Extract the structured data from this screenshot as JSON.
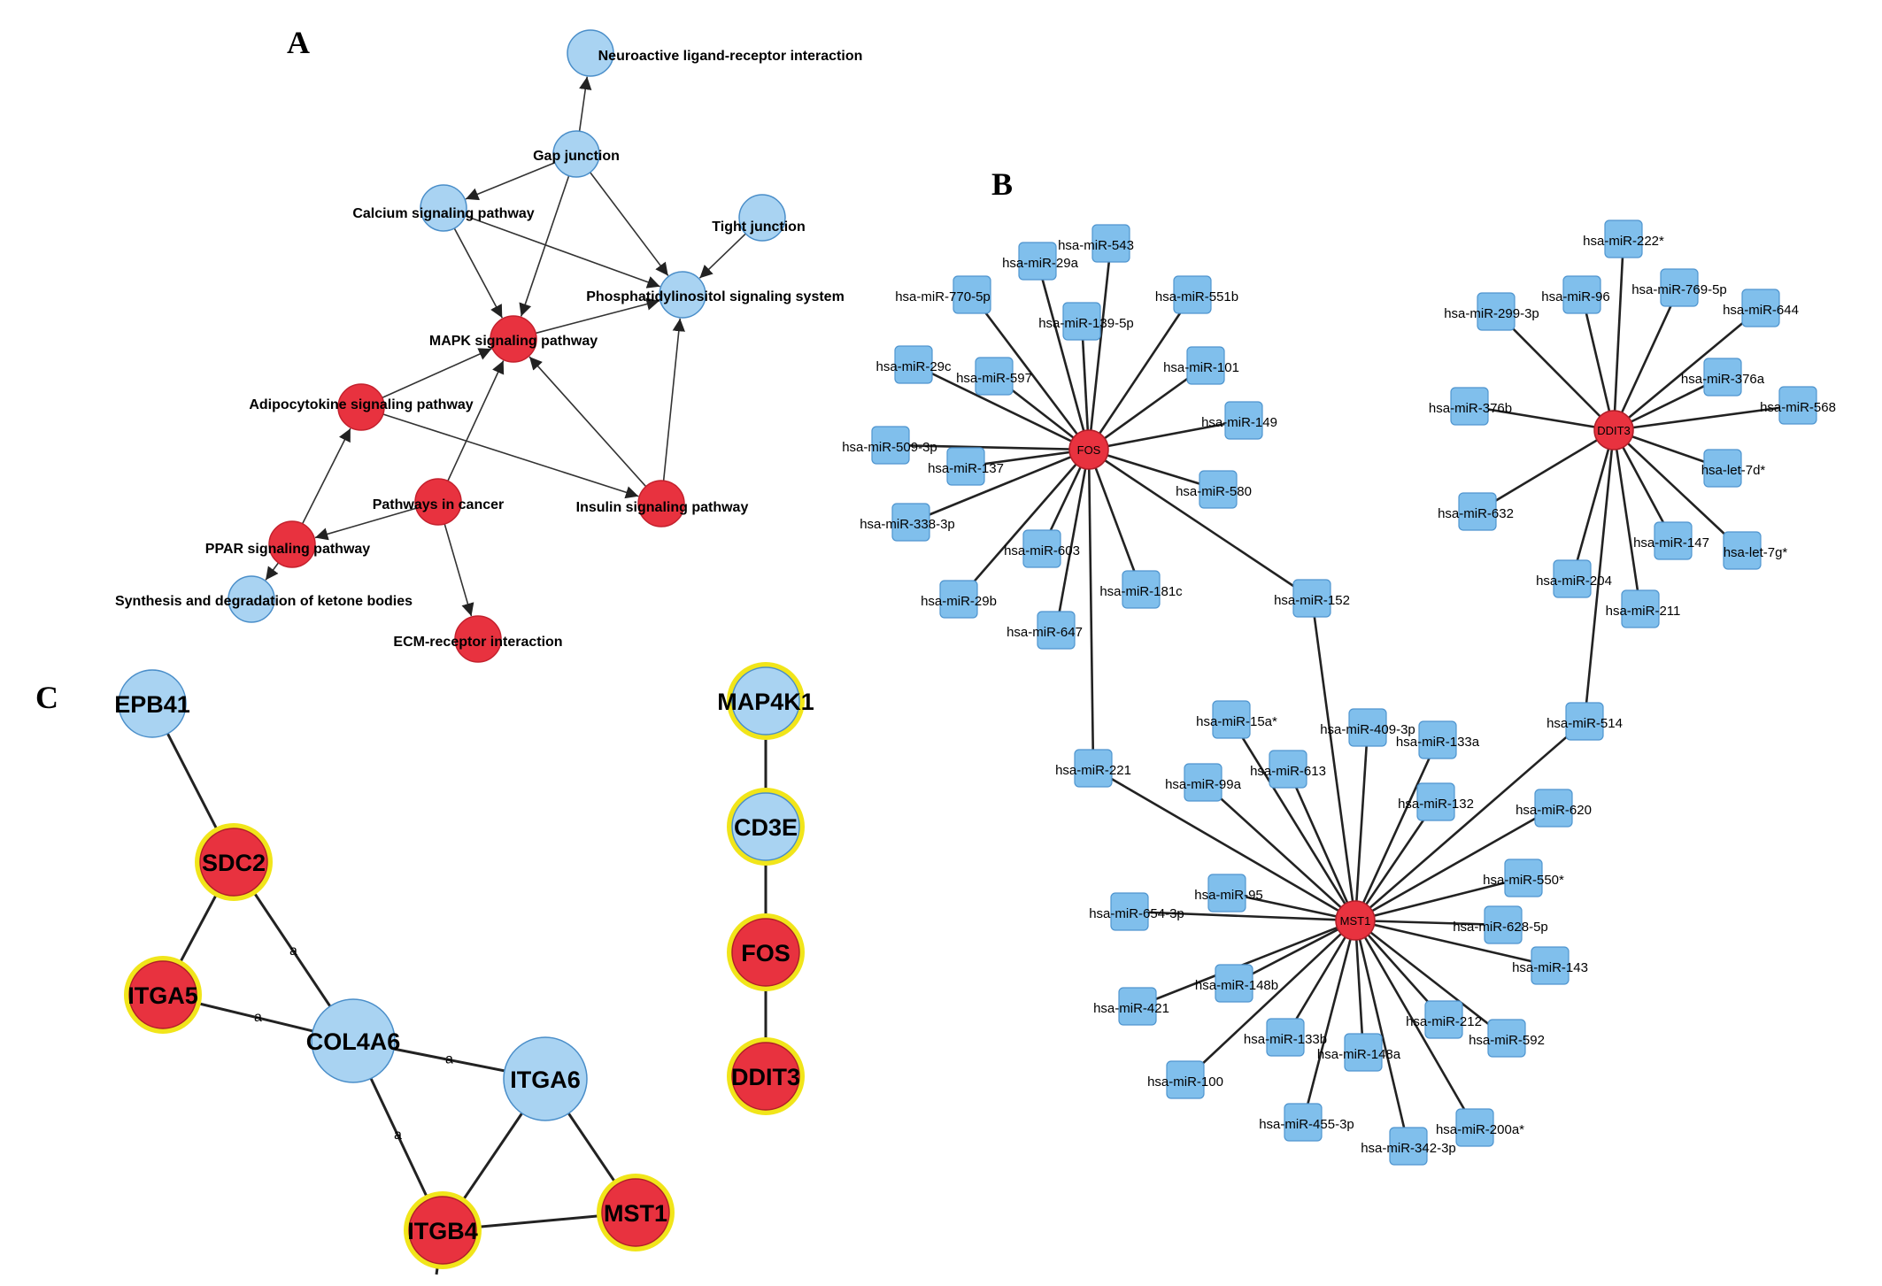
{
  "panels": {
    "a": "A",
    "b": "B",
    "c": "C"
  },
  "colors": {
    "red": "#e8323f",
    "blue": "#a9d3f2",
    "blue_dark": "#4a8ec9",
    "square": "#80bfec",
    "yellow": "#f1e51a",
    "edge": "#222222"
  },
  "panelA": {
    "nodes": [
      {
        "id": "neuro",
        "label": "Neuroactive ligand-receptor interaction",
        "color": "blue"
      },
      {
        "id": "gap",
        "label": "Gap junction",
        "color": "blue"
      },
      {
        "id": "calcium",
        "label": "Calcium signaling pathway",
        "color": "blue"
      },
      {
        "id": "tight",
        "label": "Tight junction",
        "color": "blue"
      },
      {
        "id": "phos",
        "label": "Phosphatidylinositol signaling system",
        "color": "blue"
      },
      {
        "id": "mapk",
        "label": "MAPK signaling pathway",
        "color": "red"
      },
      {
        "id": "adipo",
        "label": "Adipocytokine signaling pathway",
        "color": "red"
      },
      {
        "id": "cancer",
        "label": "Pathways in cancer",
        "color": "red"
      },
      {
        "id": "insulin",
        "label": "Insulin signaling pathway",
        "color": "red"
      },
      {
        "id": "ppar",
        "label": "PPAR signaling pathway",
        "color": "red"
      },
      {
        "id": "ketone",
        "label": "Synthesis and degradation of ketone bodies",
        "color": "blue"
      },
      {
        "id": "ecm",
        "label": "ECM-receptor interaction",
        "color": "red"
      }
    ],
    "edges": [
      [
        "gap",
        "neuro"
      ],
      [
        "gap",
        "calcium"
      ],
      [
        "gap",
        "mapk"
      ],
      [
        "gap",
        "phos"
      ],
      [
        "calcium",
        "mapk"
      ],
      [
        "calcium",
        "phos"
      ],
      [
        "tight",
        "phos"
      ],
      [
        "mapk",
        "phos"
      ],
      [
        "adipo",
        "mapk"
      ],
      [
        "adipo",
        "insulin"
      ],
      [
        "cancer",
        "mapk"
      ],
      [
        "cancer",
        "ppar"
      ],
      [
        "cancer",
        "ecm"
      ],
      [
        "insulin",
        "mapk"
      ],
      [
        "insulin",
        "phos"
      ],
      [
        "ppar",
        "adipo"
      ],
      [
        "ppar",
        "ketone"
      ]
    ]
  },
  "panelB": {
    "hubs": [
      {
        "id": "FOS",
        "label": "FOS"
      },
      {
        "id": "DDIT3",
        "label": "DDIT3"
      },
      {
        "id": "MST1",
        "label": "MST1"
      }
    ],
    "mirnas": [
      {
        "id": "m543",
        "label": "hsa-miR-543",
        "targets": [
          "FOS"
        ]
      },
      {
        "id": "m29a",
        "label": "hsa-miR-29a",
        "targets": [
          "FOS"
        ]
      },
      {
        "id": "m770",
        "label": "hsa-miR-770-5p",
        "targets": [
          "FOS"
        ]
      },
      {
        "id": "m551b",
        "label": "hsa-miR-551b",
        "targets": [
          "FOS"
        ]
      },
      {
        "id": "m139",
        "label": "hsa-miR-139-5p",
        "targets": [
          "FOS"
        ]
      },
      {
        "id": "m101",
        "label": "hsa-miR-101",
        "targets": [
          "FOS"
        ]
      },
      {
        "id": "m29c",
        "label": "hsa-miR-29c",
        "targets": [
          "FOS"
        ]
      },
      {
        "id": "m597",
        "label": "hsa-miR-597",
        "targets": [
          "FOS"
        ]
      },
      {
        "id": "m149",
        "label": "hsa-miR-149",
        "targets": [
          "FOS"
        ]
      },
      {
        "id": "m509",
        "label": "hsa-miR-509-3p",
        "targets": [
          "FOS"
        ]
      },
      {
        "id": "m137",
        "label": "hsa-miR-137",
        "targets": [
          "FOS"
        ]
      },
      {
        "id": "m580",
        "label": "hsa-miR-580",
        "targets": [
          "FOS"
        ]
      },
      {
        "id": "m338",
        "label": "hsa-miR-338-3p",
        "targets": [
          "FOS"
        ]
      },
      {
        "id": "m603",
        "label": "hsa-miR-603",
        "targets": [
          "FOS"
        ]
      },
      {
        "id": "m181c",
        "label": "hsa-miR-181c",
        "targets": [
          "FOS"
        ]
      },
      {
        "id": "m29b",
        "label": "hsa-miR-29b",
        "targets": [
          "FOS"
        ]
      },
      {
        "id": "m647",
        "label": "hsa-miR-647",
        "targets": [
          "FOS"
        ]
      },
      {
        "id": "m152",
        "label": "hsa-miR-152",
        "targets": [
          "FOS",
          "MST1"
        ]
      },
      {
        "id": "m221",
        "label": "hsa-miR-221",
        "targets": [
          "FOS",
          "MST1"
        ]
      },
      {
        "id": "m222s",
        "label": "hsa-miR-222*",
        "targets": [
          "DDIT3"
        ]
      },
      {
        "id": "m96",
        "label": "hsa-miR-96",
        "targets": [
          "DDIT3"
        ]
      },
      {
        "id": "m769",
        "label": "hsa-miR-769-5p",
        "targets": [
          "DDIT3"
        ]
      },
      {
        "id": "m299",
        "label": "hsa-miR-299-3p",
        "targets": [
          "DDIT3"
        ]
      },
      {
        "id": "m644",
        "label": "hsa-miR-644",
        "targets": [
          "DDIT3"
        ]
      },
      {
        "id": "m376a",
        "label": "hsa-miR-376a",
        "targets": [
          "DDIT3"
        ]
      },
      {
        "id": "m568",
        "label": "hsa-miR-568",
        "targets": [
          "DDIT3"
        ]
      },
      {
        "id": "m376b",
        "label": "hsa-miR-376b",
        "targets": [
          "DDIT3"
        ]
      },
      {
        "id": "let7d",
        "label": "hsa-let-7d*",
        "targets": [
          "DDIT3"
        ]
      },
      {
        "id": "m632",
        "label": "hsa-miR-632",
        "targets": [
          "DDIT3"
        ]
      },
      {
        "id": "m147",
        "label": "hsa-miR-147",
        "targets": [
          "DDIT3"
        ]
      },
      {
        "id": "let7g",
        "label": "hsa-let-7g*",
        "targets": [
          "DDIT3"
        ]
      },
      {
        "id": "m204",
        "label": "hsa-miR-204",
        "targets": [
          "DDIT3"
        ]
      },
      {
        "id": "m211",
        "label": "hsa-miR-211",
        "targets": [
          "DDIT3"
        ]
      },
      {
        "id": "m514",
        "label": "hsa-miR-514",
        "targets": [
          "DDIT3",
          "MST1"
        ]
      },
      {
        "id": "m15a",
        "label": "hsa-miR-15a*",
        "targets": [
          "MST1"
        ]
      },
      {
        "id": "m409",
        "label": "hsa-miR-409-3p",
        "targets": [
          "MST1"
        ]
      },
      {
        "id": "m133a",
        "label": "hsa-miR-133a",
        "targets": [
          "MST1"
        ]
      },
      {
        "id": "m613",
        "label": "hsa-miR-613",
        "targets": [
          "MST1"
        ]
      },
      {
        "id": "m99a",
        "label": "hsa-miR-99a",
        "targets": [
          "MST1"
        ]
      },
      {
        "id": "m132",
        "label": "hsa-miR-132",
        "targets": [
          "MST1"
        ]
      },
      {
        "id": "m620",
        "label": "hsa-miR-620",
        "targets": [
          "MST1"
        ]
      },
      {
        "id": "m550",
        "label": "hsa-miR-550*",
        "targets": [
          "MST1"
        ]
      },
      {
        "id": "m95",
        "label": "hsa-miR-95",
        "targets": [
          "MST1"
        ]
      },
      {
        "id": "m654",
        "label": "hsa-miR-654-3p",
        "targets": [
          "MST1"
        ]
      },
      {
        "id": "m628",
        "label": "hsa-miR-628-5p",
        "targets": [
          "MST1"
        ]
      },
      {
        "id": "m143",
        "label": "hsa-miR-143",
        "targets": [
          "MST1"
        ]
      },
      {
        "id": "m148b",
        "label": "hsa-miR-148b",
        "targets": [
          "MST1"
        ]
      },
      {
        "id": "m421",
        "label": "hsa-miR-421",
        "targets": [
          "MST1"
        ]
      },
      {
        "id": "m212",
        "label": "hsa-miR-212",
        "targets": [
          "MST1"
        ]
      },
      {
        "id": "m592",
        "label": "hsa-miR-592",
        "targets": [
          "MST1"
        ]
      },
      {
        "id": "m133b",
        "label": "hsa-miR-133b",
        "targets": [
          "MST1"
        ]
      },
      {
        "id": "m148a",
        "label": "hsa-miR-148a",
        "targets": [
          "MST1"
        ]
      },
      {
        "id": "m100",
        "label": "hsa-miR-100",
        "targets": [
          "MST1"
        ]
      },
      {
        "id": "m455",
        "label": "hsa-miR-455-3p",
        "targets": [
          "MST1"
        ]
      },
      {
        "id": "m200a",
        "label": "hsa-miR-200a*",
        "targets": [
          "MST1"
        ]
      },
      {
        "id": "m342",
        "label": "hsa-miR-342-3p",
        "targets": [
          "MST1"
        ]
      }
    ]
  },
  "panelC": {
    "nodes": [
      {
        "id": "EPB41",
        "label": "EPB41",
        "fill": "blue",
        "ring": false
      },
      {
        "id": "SDC2",
        "label": "SDC2",
        "fill": "red",
        "ring": true
      },
      {
        "id": "ITGA5",
        "label": "ITGA5",
        "fill": "red",
        "ring": true
      },
      {
        "id": "COL4A6",
        "label": "COL4A6",
        "fill": "blue",
        "ring": false
      },
      {
        "id": "ITGA6",
        "label": "ITGA6",
        "fill": "blue",
        "ring": false
      },
      {
        "id": "ITGB4",
        "label": "ITGB4",
        "fill": "red",
        "ring": true
      },
      {
        "id": "MST1",
        "label": "MST1",
        "fill": "red",
        "ring": true
      },
      {
        "id": "MAP4K1",
        "label": "MAP4K1",
        "fill": "blue",
        "ring": true
      },
      {
        "id": "CD3E",
        "label": "CD3E",
        "fill": "blue",
        "ring": true
      },
      {
        "id": "FOS",
        "label": "FOS",
        "fill": "red",
        "ring": true
      },
      {
        "id": "DDIT3",
        "label": "DDIT3",
        "fill": "red",
        "ring": true
      }
    ],
    "edges": [
      {
        "from": "EPB41",
        "to": "SDC2",
        "label": ""
      },
      {
        "from": "SDC2",
        "to": "ITGA5",
        "label": ""
      },
      {
        "from": "SDC2",
        "to": "COL4A6",
        "label": "a"
      },
      {
        "from": "ITGA5",
        "to": "COL4A6",
        "label": "a"
      },
      {
        "from": "COL4A6",
        "to": "ITGA6",
        "label": "a"
      },
      {
        "from": "COL4A6",
        "to": "ITGB4",
        "label": "a"
      },
      {
        "from": "ITGA6",
        "to": "ITGB4",
        "label": ""
      },
      {
        "from": "ITGA6",
        "to": "MST1",
        "label": ""
      },
      {
        "from": "ITGB4",
        "to": "MST1",
        "label": ""
      },
      {
        "from": "MAP4K1",
        "to": "CD3E",
        "label": ""
      },
      {
        "from": "CD3E",
        "to": "FOS",
        "label": ""
      },
      {
        "from": "FOS",
        "to": "DDIT3",
        "label": ""
      }
    ]
  }
}
